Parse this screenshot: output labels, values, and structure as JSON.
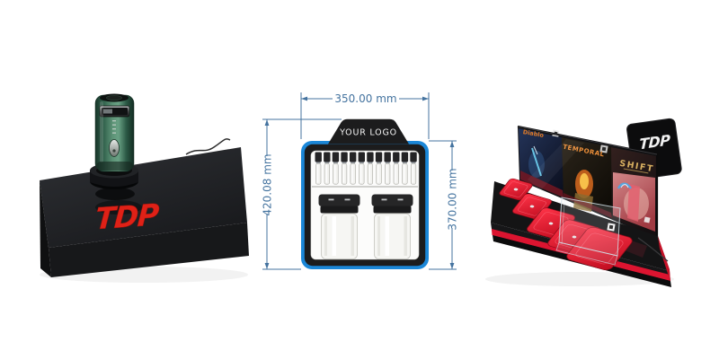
{
  "page": {
    "background_color": "#ffffff"
  },
  "left_product": {
    "name": "magnetic-levitation-display",
    "logo": "TDP",
    "logo_color": "#df2117",
    "device_color": "#3c7258",
    "base_color": "#1d1f22"
  },
  "middle_diagram": {
    "logo_placeholder": "YOUR LOGO",
    "width_dimension": "350.00 mm",
    "total_height_dimension": "420.08 mm",
    "body_height_dimension": "370.00 mm",
    "cartridge_count": 12,
    "jar_count": 2,
    "frame_accent_color": "#1b87d8",
    "dimension_line_color": "#44739f"
  },
  "right_product": {
    "name": "countertop-torch-display",
    "graphic_titles": [
      "Diablo",
      "TEMPORAL",
      "SHIFT"
    ],
    "tag_logo": "TDP",
    "base_accent_color": "#dc1430",
    "pad_count": 5
  }
}
